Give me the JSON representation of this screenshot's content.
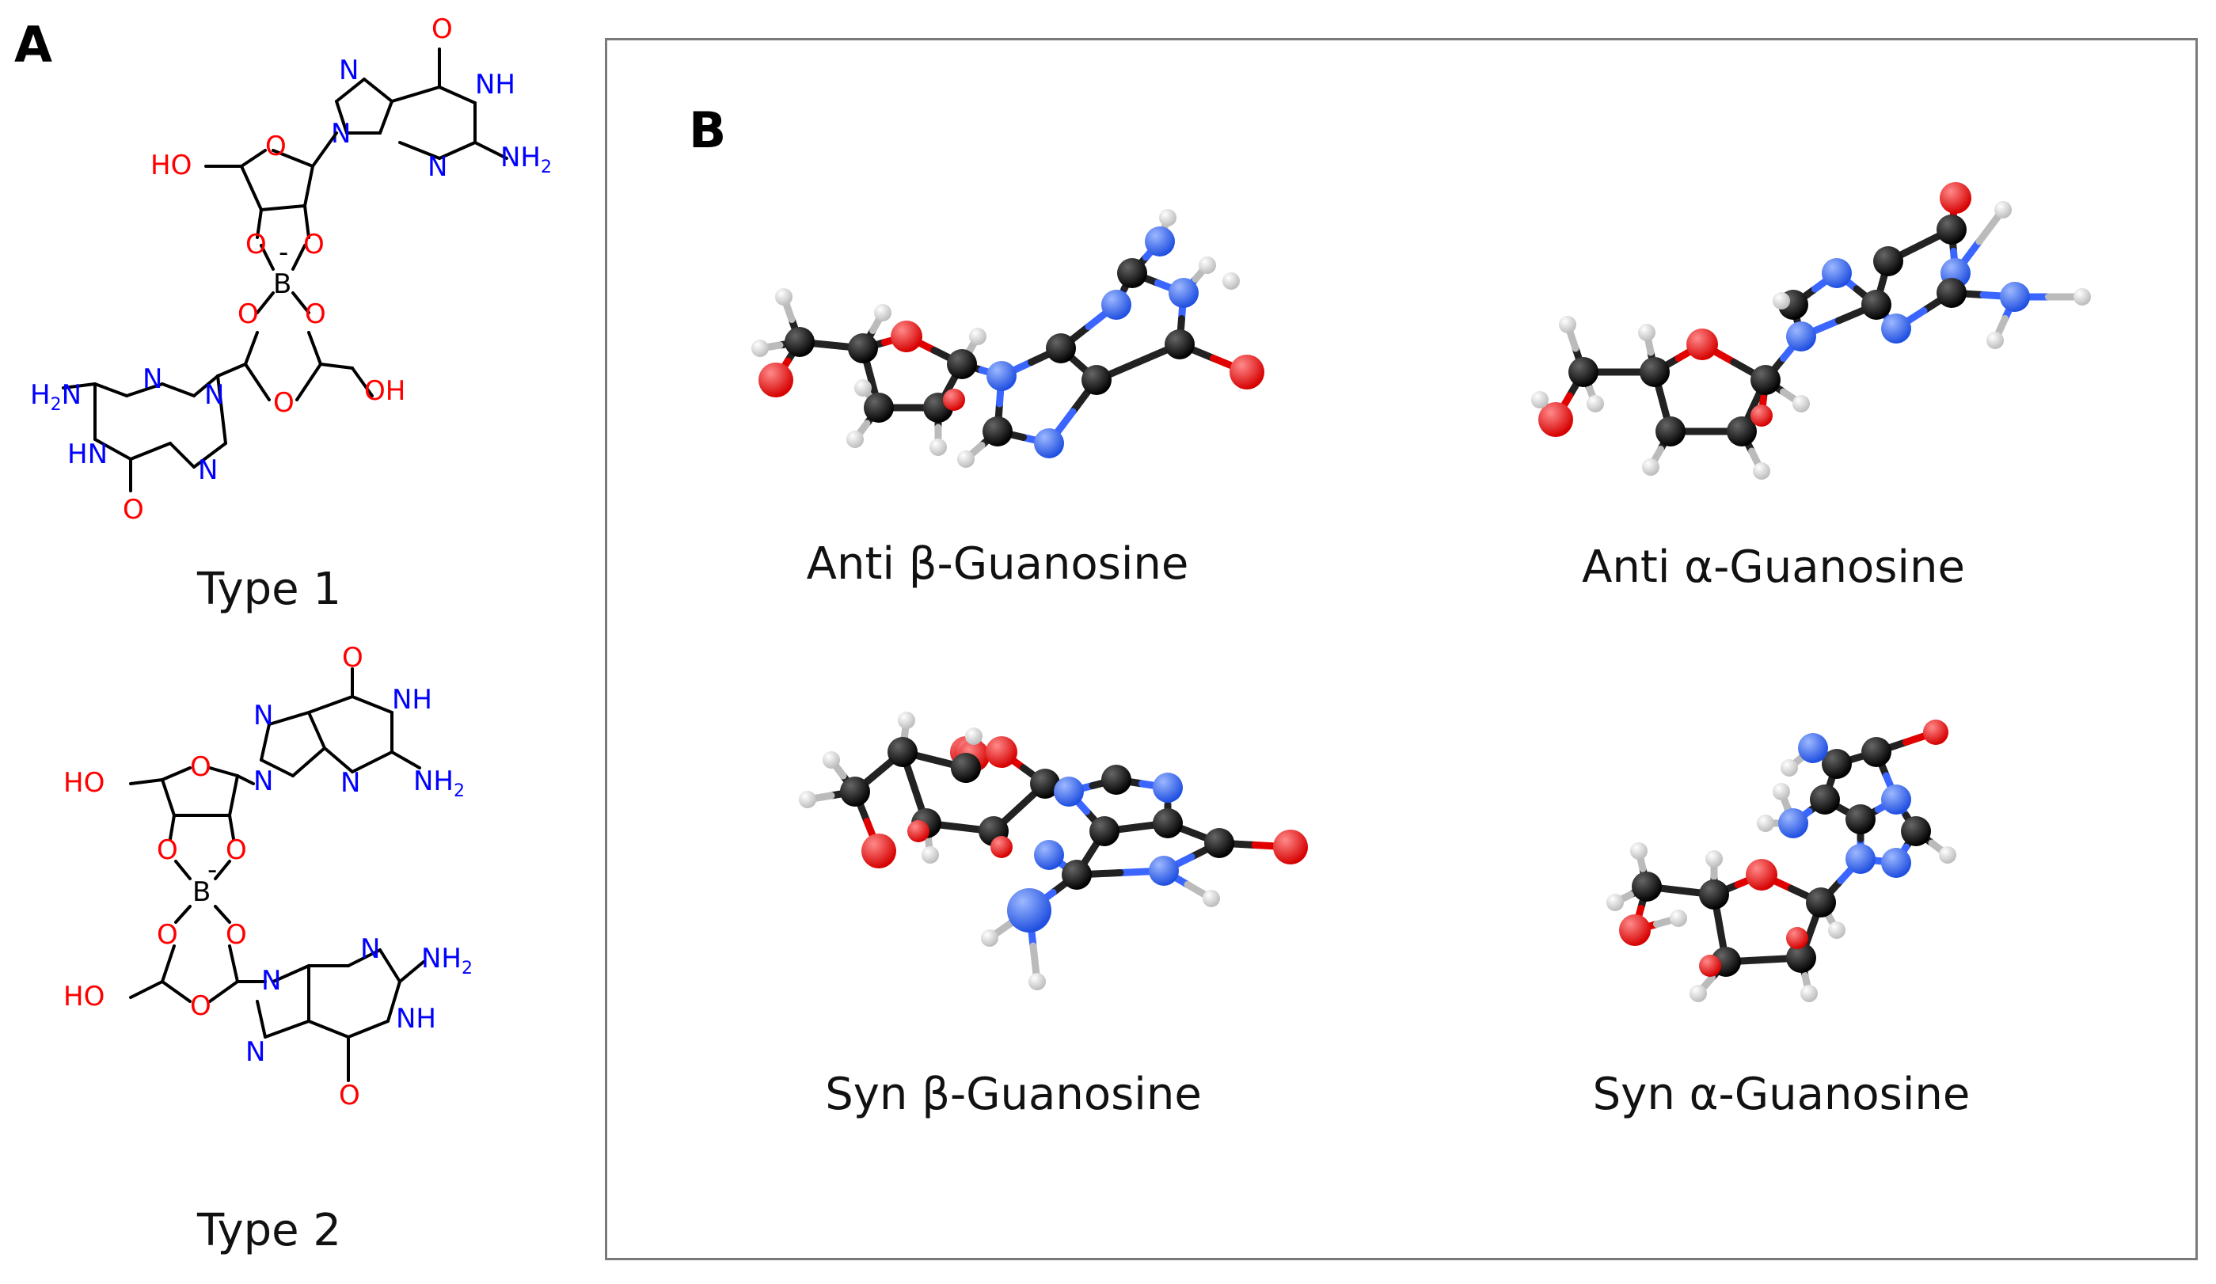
{
  "panels": {
    "a": {
      "letter": "A",
      "structures": [
        {
          "caption": "Type 1"
        },
        {
          "caption": "Type 2"
        }
      ]
    },
    "b": {
      "letter": "B",
      "models": [
        {
          "caption": "Anti β-Guanosine"
        },
        {
          "caption": "Anti α-Guanosine"
        },
        {
          "caption": "Syn β-Guanosine"
        },
        {
          "caption": "Syn α-Guanosine"
        }
      ]
    }
  },
  "atom_colors": {
    "carbon": "#111111",
    "nitrogen": "#3366ff",
    "oxygen": "#ff0000",
    "hydrogen": "#f0f0f0"
  },
  "atom_labels": {
    "O": "O",
    "N": "N",
    "NH": "NH",
    "HN": "HN",
    "NH2": "NH",
    "H2N": "H",
    "sub2": "2",
    "OH": "OH",
    "HO": "HO",
    "B": "B",
    "minus": "-"
  }
}
